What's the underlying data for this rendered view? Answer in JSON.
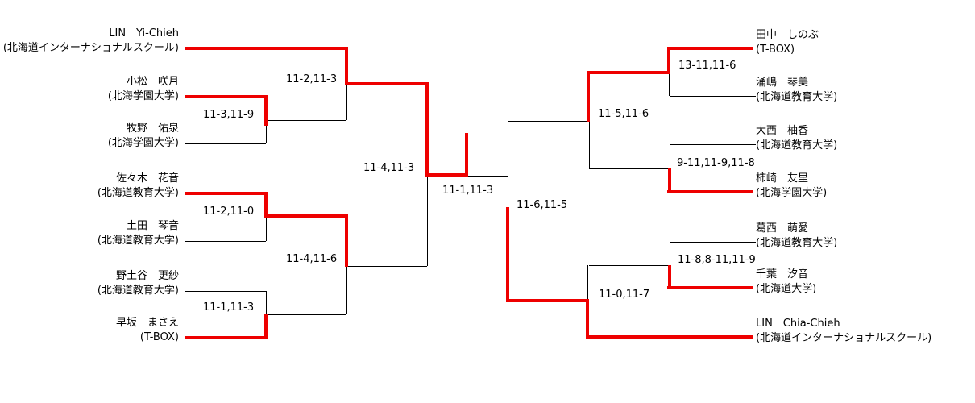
{
  "bracket": {
    "left_players": [
      {
        "name": "LIN　Yi-Chieh",
        "affiliation": "(北海道インターナショナルスクール)"
      },
      {
        "name": "小松　咲月",
        "affiliation": "(北海学園大学)"
      },
      {
        "name": "牧野　佑泉",
        "affiliation": "(北海学園大学)"
      },
      {
        "name": "佐々木　花音",
        "affiliation": "(北海道教育大学)"
      },
      {
        "name": "土田　琴音",
        "affiliation": "(北海道教育大学)"
      },
      {
        "name": "野土谷　更紗",
        "affiliation": "(北海道教育大学)"
      },
      {
        "name": "早坂　まさえ",
        "affiliation": "(T-BOX)"
      }
    ],
    "right_players": [
      {
        "name": "田中　しのぶ",
        "affiliation": "(T-BOX)"
      },
      {
        "name": "涌嶋　琴美",
        "affiliation": "(北海道教育大学)"
      },
      {
        "name": "大西　柚香",
        "affiliation": "(北海道教育大学)"
      },
      {
        "name": "柿崎　友里",
        "affiliation": "(北海学園大学)"
      },
      {
        "name": "葛西　萌愛",
        "affiliation": "(北海道教育大学)"
      },
      {
        "name": "千葉　汐音",
        "affiliation": "(北海道大学)"
      },
      {
        "name": "LIN　Chia-Chieh",
        "affiliation": "(北海道インターナショナルスクール)"
      }
    ],
    "scores": {
      "l_r2_top": "11-2,11-3",
      "l_qf_top": "11-3,11-9",
      "l_qf_mid": "11-2,11-0",
      "l_qf_bottom": "11-1,11-3",
      "l_r2_bottom": "11-4,11-6",
      "l_sf": "11-4,11-3",
      "final": "11-1,11-3",
      "r_qf_top": "13-11,11-6",
      "r_r2_top": "11-5,11-6",
      "r_qf_mid": "9-11,11-9,11-8",
      "r_qf_bottom": "11-8,8-11,11-9",
      "r_r2_bottom": "11-0,11-7",
      "r_sf": "11-6,11-5"
    }
  },
  "colors": {
    "winner_path": "#ee0000",
    "bracket_line": "#000000",
    "background": "#ffffff"
  }
}
